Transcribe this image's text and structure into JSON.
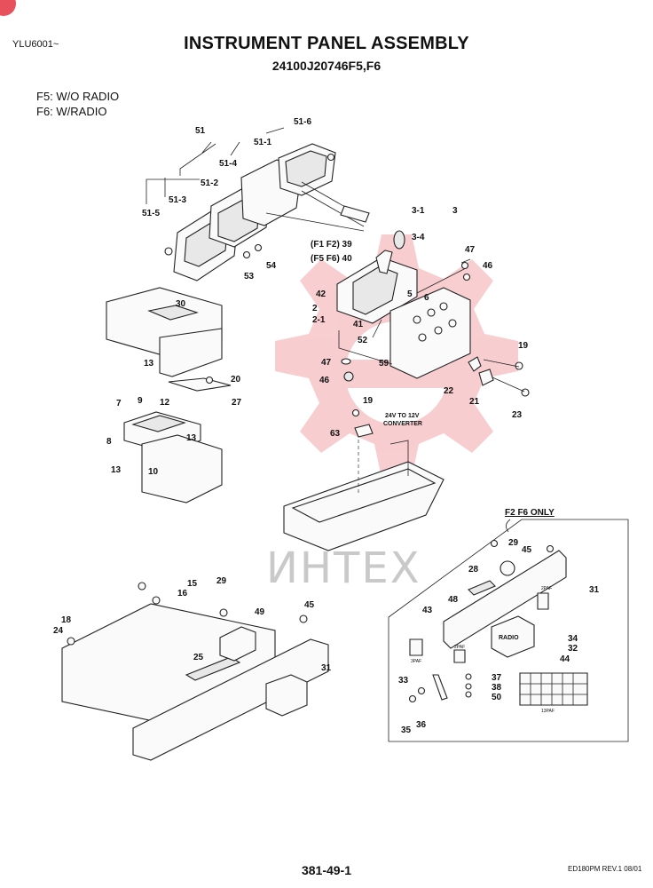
{
  "header": {
    "model_code": "YLU6001~",
    "title": "INSTRUMENT PANEL ASSEMBLY",
    "subtitle": "24100J20746F5,F6"
  },
  "variants": [
    {
      "text": "F5: W/O RADIO"
    },
    {
      "text": "F6: W/RADIO"
    }
  ],
  "diagram": {
    "callouts": {
      "c51": "51",
      "c51_6": "51-6",
      "c51_1": "51-1",
      "c51_4": "51-4",
      "c51_2": "51-2",
      "c51_3": "51-3",
      "c51_5": "51-5",
      "c53": "53",
      "c54": "54",
      "c3": "3",
      "c3_1": "3-1",
      "c3_4": "3-4",
      "c39_label": "(F1 F2) 39",
      "c40_label": "(F5 F6) 40",
      "c47a": "47",
      "c46a": "46",
      "c42": "42",
      "c5": "5",
      "c6": "6",
      "c2": "2",
      "c2_1": "2-1",
      "c41": "41",
      "c52": "52",
      "c59": "59",
      "c47b": "47",
      "c46b": "46",
      "c19a": "19",
      "c22": "22",
      "c21": "21",
      "c23": "23",
      "c30": "30",
      "c13a": "13",
      "c20": "20",
      "c27": "27",
      "c9": "9",
      "c12": "12",
      "c7": "7",
      "c8": "8",
      "c13b": "13",
      "c13c": "13",
      "c10": "10",
      "c19b": "19",
      "c63": "63",
      "c15": "15",
      "c16": "16",
      "c29a": "29",
      "c49": "49",
      "c45a": "45",
      "c18": "18",
      "c24": "24",
      "c25": "25",
      "c31a": "31",
      "c29b": "29",
      "c45b": "45",
      "c28": "28",
      "c31b": "31",
      "c48": "48",
      "c43": "43",
      "c34": "34",
      "c32": "32",
      "c44": "44",
      "c33": "33",
      "c37": "37",
      "c38": "38",
      "c50": "50",
      "c35": "35",
      "c36": "36"
    },
    "converter_note": {
      "line1": "24V TO 12V",
      "line2": "CONVERTER"
    },
    "inset_title": "F2 F6 ONLY",
    "radio_label": "RADIO",
    "connector_labels": {
      "p2a": "2PAF",
      "p3a": "3PAF",
      "p13": "13PAF",
      "p2b": "2PAF"
    },
    "watermark": "ИНТЕХ"
  },
  "footer": {
    "page_number": "381-49-1",
    "revision": "ED180PM REV.1 08/01"
  },
  "colors": {
    "watermark_red": "#e8505b",
    "watermark_gray": "#c9c9c9",
    "ink": "#111111"
  }
}
